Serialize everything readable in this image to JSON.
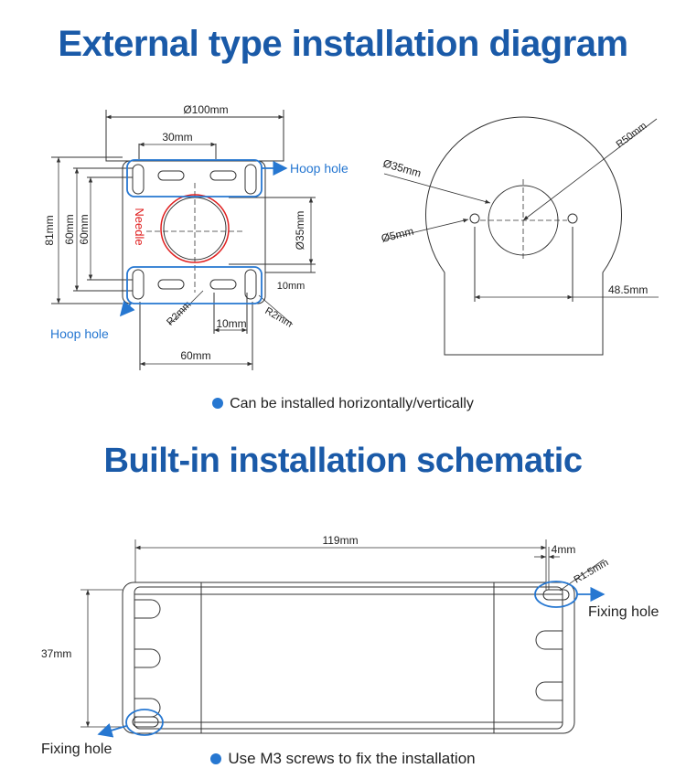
{
  "titles": {
    "external": "External type installation diagram",
    "builtin": "Built-in installation schematic"
  },
  "notes": {
    "external": "Can be installed horizontally/vertically",
    "builtin": "Use M3 screws to fix the installation"
  },
  "external_front": {
    "dim_top": "Ø100mm",
    "dim_hole_spacing": "30mm",
    "dim_height_outer": "81mm",
    "dim_height_a": "60mm",
    "dim_height_b": "60mm",
    "needle": "Needle",
    "dim_bore": "Ø35mm",
    "dim_small": "10mm",
    "dim_slot": "10mm",
    "dim_r_left": "R2mm",
    "dim_r_right": "R2mm",
    "dim_bottom": "60mm",
    "callout_hoop_top": "Hoop hole",
    "callout_hoop_bottom": "Hoop hole"
  },
  "external_side": {
    "dim_bore": "Ø35mm",
    "dim_pin": "Ø5mm",
    "dim_radius": "R50mm",
    "dim_offset": "48.5mm"
  },
  "builtin_view": {
    "dim_length": "119mm",
    "dim_edge": "4mm",
    "dim_radius": "R1.5mm",
    "dim_height": "37mm",
    "callout_fixing_right": "Fixing hole",
    "callout_fixing_left": "Fixing hole"
  },
  "colors": {
    "title_blue": "#1a5aa8",
    "callout_blue": "#2677d1",
    "needle_red": "#e02020",
    "line": "#333333"
  }
}
